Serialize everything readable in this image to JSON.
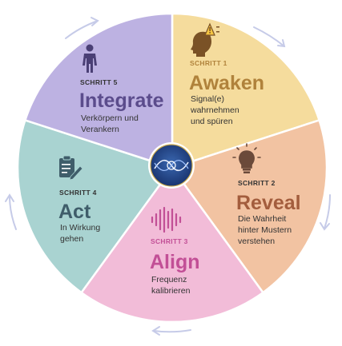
{
  "colors": {
    "awaken": "#f5dc9d",
    "reveal": "#f2c3a2",
    "align": "#f2bcd8",
    "act": "#a9d3d1",
    "integrate": "#bdb2e2",
    "arrow": "#c6cbe8",
    "center": "#1e3a72"
  },
  "steps": [
    {
      "step": "SCHRITT 1",
      "title": "Awaken",
      "line1": "Signal(e)",
      "line2": "wahrnehmen",
      "line3": "und spüren",
      "icon": "head-alert-icon",
      "title_color": "#b0823b",
      "step_color": "#b0823b"
    },
    {
      "step": "SCHRITT 2",
      "title": "Reveal",
      "line1": "Die Wahrheit",
      "line2": "hinter Mustern",
      "line3": "verstehen",
      "icon": "lightbulb-icon",
      "title_color": "#a35d3d",
      "step_color": "#333333"
    },
    {
      "step": "SCHRITT 3",
      "title": "Align",
      "line1": "Frequenz",
      "line2": "kalibrieren",
      "icon": "soundwave-icon",
      "title_color": "#c24f96",
      "step_color": "#c24f96"
    },
    {
      "step": "SCHRITT 4",
      "title": "Act",
      "line1": "In Wirkung",
      "line2": "gehen",
      "icon": "clipboard-icon",
      "title_color": "#3f5d6a",
      "step_color": "#333333"
    },
    {
      "step": "SCHRITT 5",
      "title": "Integrate",
      "line1": "Verkörpern und",
      "line2": "Verankern",
      "icon": "person-icon",
      "title_color": "#5b4c8c",
      "step_color": "#333333"
    }
  ]
}
